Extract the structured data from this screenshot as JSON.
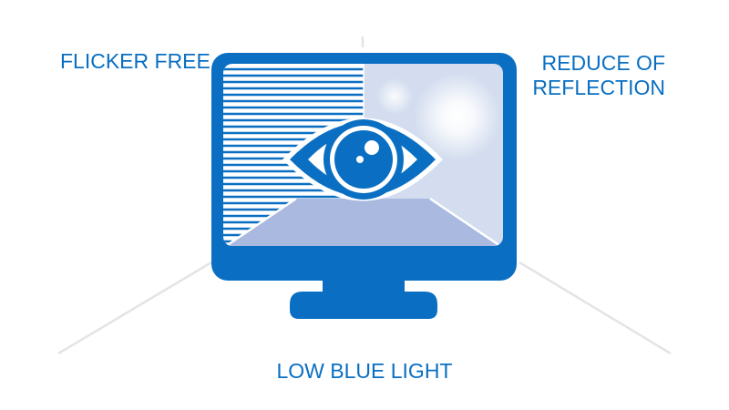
{
  "labels": {
    "flicker_free": "FLICKER FREE",
    "reduce_reflection_line1": "REDUCE OF",
    "reduce_reflection_line2": "REFLECTION",
    "low_blue_light": "LOW BLUE LIGHT"
  },
  "colors": {
    "brand_blue": "#0a6fc2",
    "screen_light": "#d3ddef",
    "screen_bottom": "#a9b9e0",
    "connector_gray": "#e3e3e3"
  },
  "icons": [
    "monitor-icon",
    "eye-icon",
    "horizontal-lines-pattern",
    "reflection-glare"
  ]
}
